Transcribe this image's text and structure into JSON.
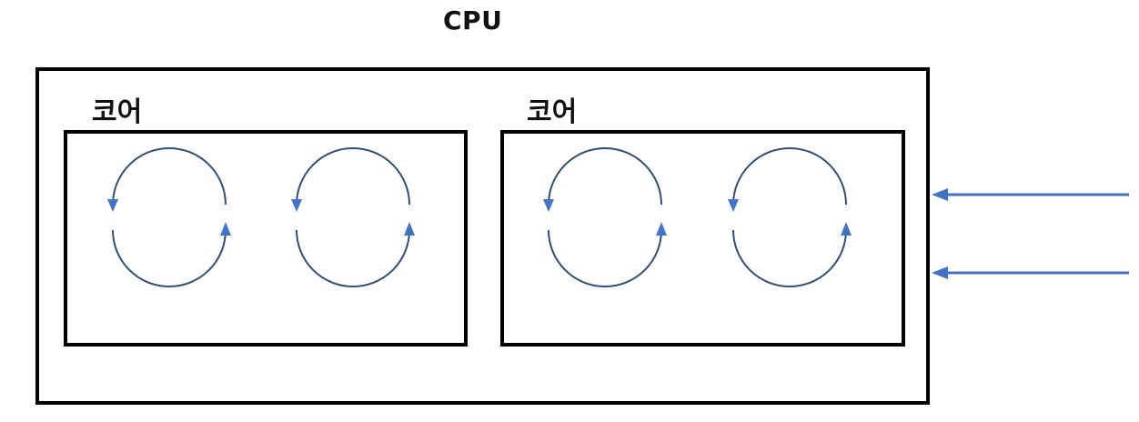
{
  "title": "CPU",
  "cores": [
    {
      "label": "코어"
    },
    {
      "label": "코어"
    }
  ],
  "colors": {
    "box_stroke": "#000000",
    "cycle_stroke": "#2f4e79",
    "cycle_arrowhead": "#4472c4",
    "input_arrow": "#4472c4",
    "background": "#ffffff"
  },
  "structure": {
    "cores_per_cpu": 2,
    "threads_per_core": 2,
    "incoming_arrows": 2
  }
}
